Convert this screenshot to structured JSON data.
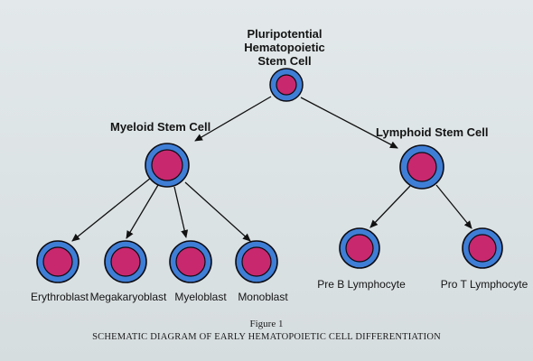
{
  "diagram": {
    "root_label": [
      "Pluripotential",
      "Hematopoietic",
      "Stem Cell"
    ],
    "myeloid_label": "Myeloid Stem Cell",
    "lymphoid_label": "Lymphoid Stem Cell",
    "myeloid_children": [
      "Erythroblast",
      "Megakaryoblast",
      "Myeloblast",
      "Monoblast"
    ],
    "lymphoid_children": [
      "Pre B Lymphocyte",
      "Pro T Lymphocyte"
    ],
    "colors": {
      "membrane": "#3f7ed6",
      "nucleus": "#c8286e",
      "outline": "#0c0c14",
      "arrow": "#111111"
    }
  },
  "caption": {
    "figure": "Figure 1",
    "title": "SCHEMATIC DIAGRAM OF EARLY HEMATOPOIETIC CELL DIFFERENTIATION"
  }
}
